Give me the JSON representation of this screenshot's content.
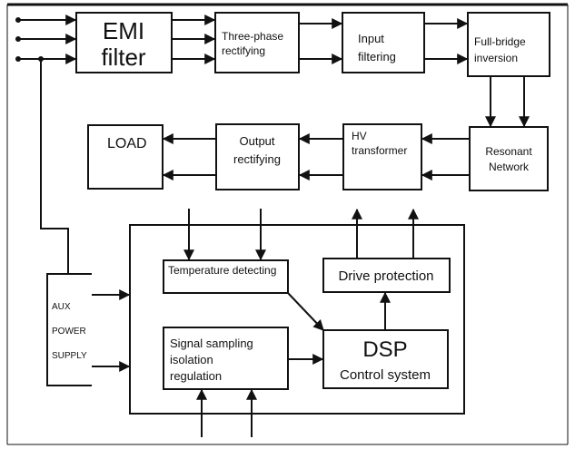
{
  "diagram": {
    "emi": {
      "line1": "EMI",
      "line2": "filter"
    },
    "three_phase": {
      "line1": "Three-phase",
      "line2": "rectifying"
    },
    "input_filtering": {
      "line1": "Input",
      "line2": "filtering"
    },
    "full_bridge": {
      "line1": "Full-bridge",
      "line2": "inversion"
    },
    "resonant": {
      "line1": "Resonant",
      "line2": "Network"
    },
    "hv_transformer": {
      "line1": "HV",
      "line2": "transformer"
    },
    "output_rectifying": {
      "line1": "Output",
      "line2": "rectifying"
    },
    "load": {
      "label": "LOAD"
    },
    "aux": {
      "line1": "AUX",
      "line2": "POWER",
      "line3": "SUPPLY"
    },
    "temperature": {
      "label": "Temperature detecting"
    },
    "drive_protection": {
      "label": "Drive protection"
    },
    "signal_sampling": {
      "line1": "Signal sampling",
      "line2": "isolation",
      "line3": "regulation"
    },
    "dsp": {
      "line1": "DSP",
      "line2": "Control system"
    }
  },
  "colors": {
    "stroke": "#111111",
    "background": "#ffffff"
  }
}
